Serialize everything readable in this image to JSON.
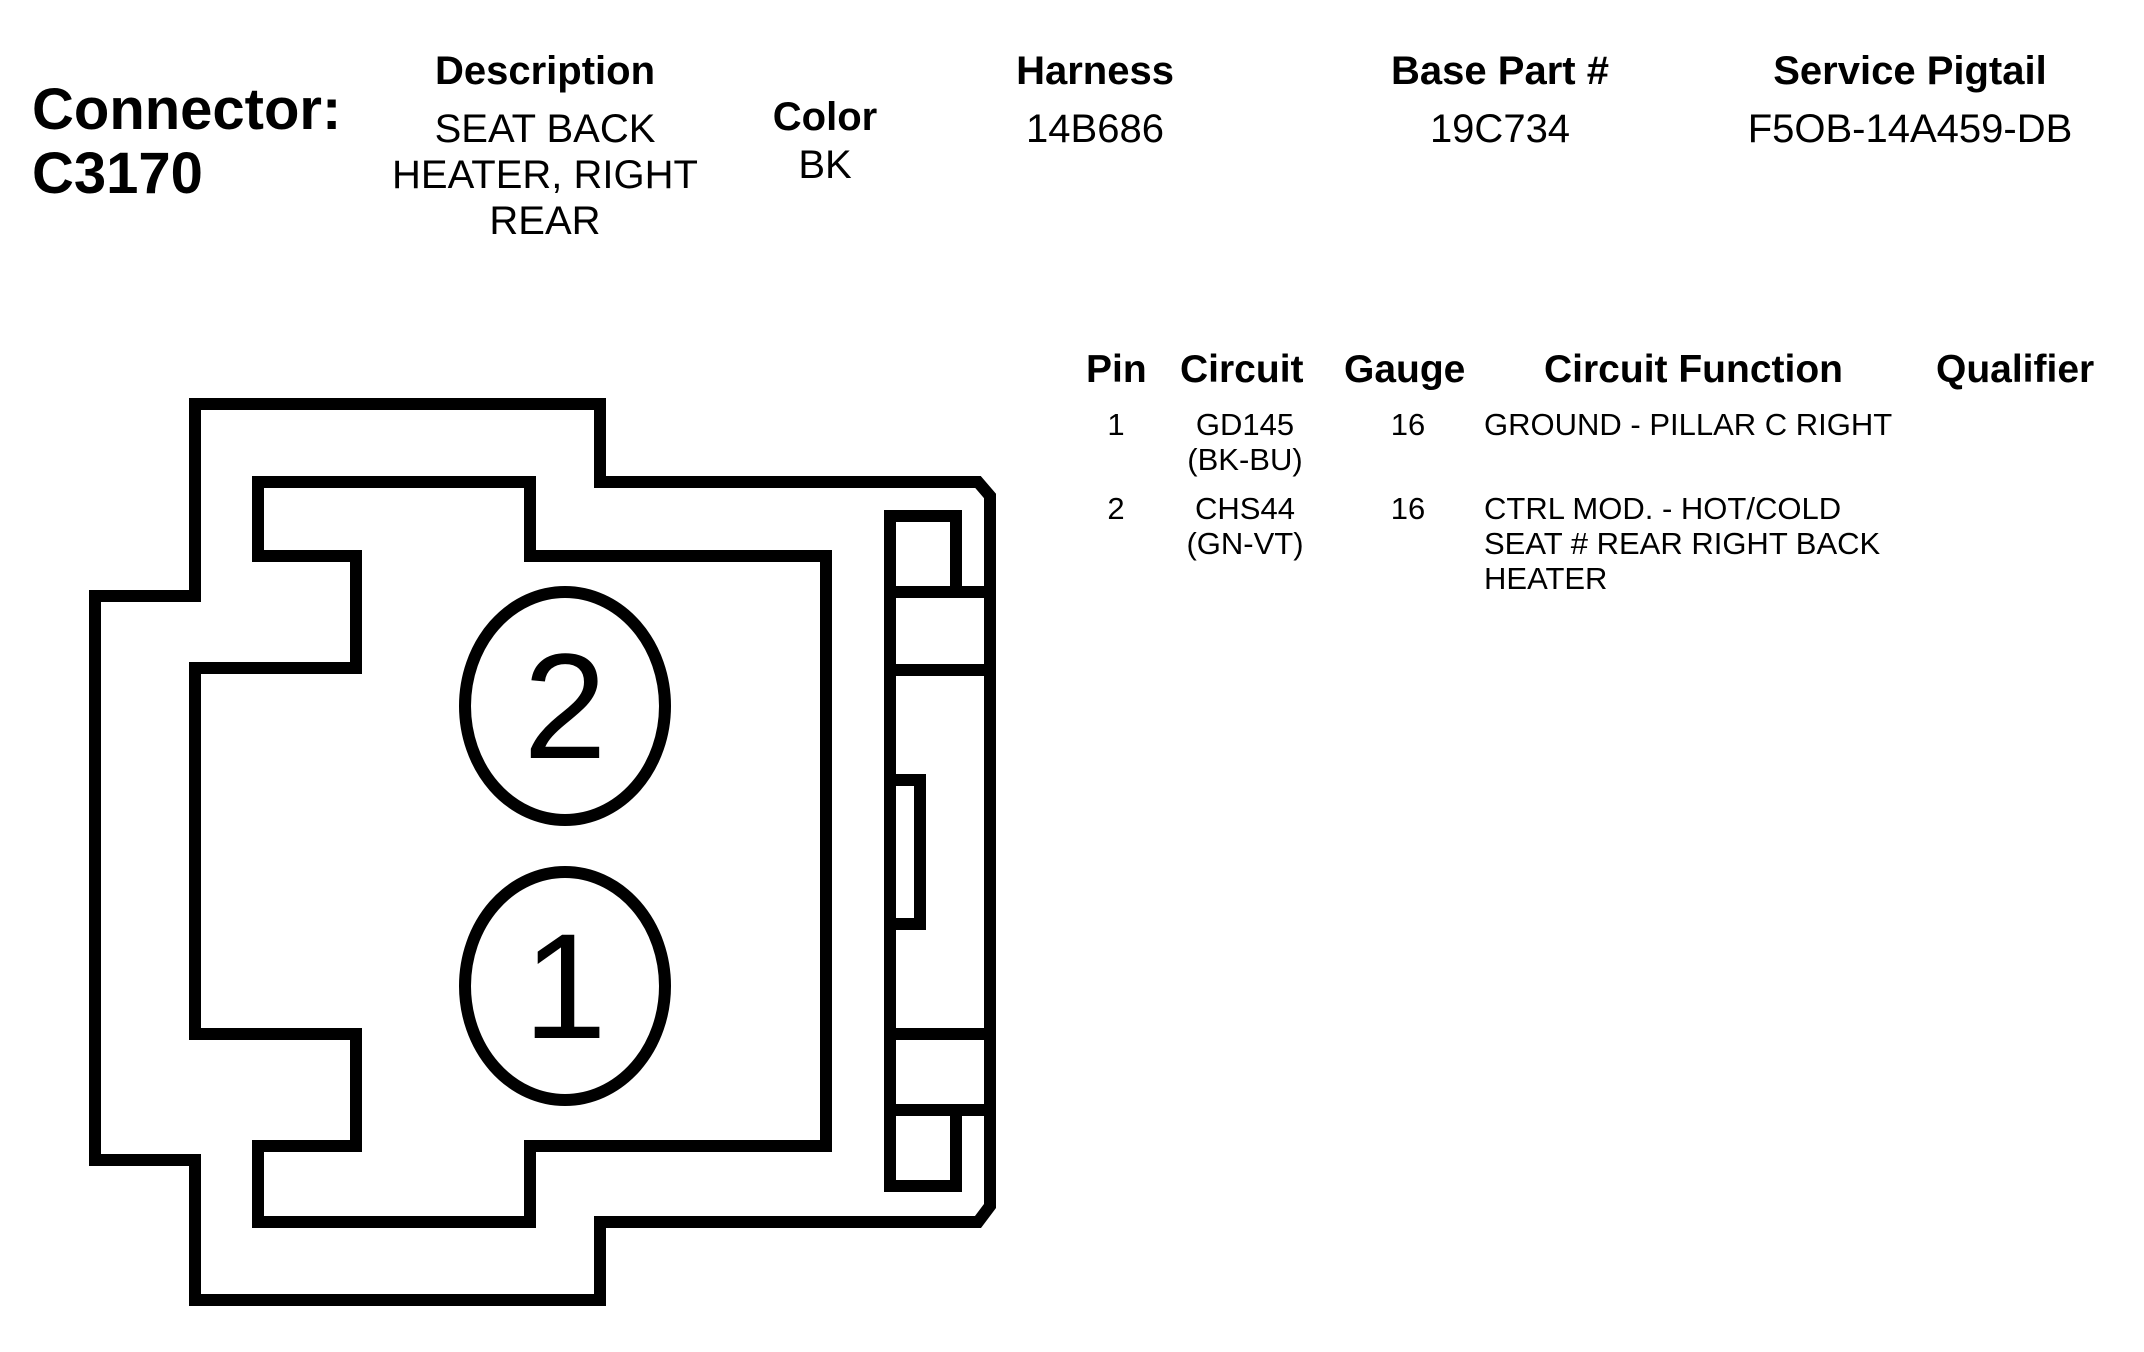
{
  "header": {
    "connector_label": "Connector:",
    "connector_id": "C3170",
    "description_label": "Description",
    "description_lines": [
      "SEAT BACK",
      "HEATER, RIGHT",
      "REAR"
    ],
    "color_label": "Color",
    "color_value": "BK",
    "harness_label": "Harness",
    "harness_value": "14B686",
    "base_part_label": "Base Part #",
    "base_part_value": "19C734",
    "service_pigtail_label": "Service Pigtail",
    "service_pigtail_value": "F5OB-14A459-DB"
  },
  "pin_table": {
    "columns": {
      "pin": "Pin",
      "circuit": "Circuit",
      "gauge": "Gauge",
      "function": "Circuit Function",
      "qualifier": "Qualifier"
    },
    "rows": [
      {
        "pin": "1",
        "circuit": "GD145",
        "wire_color": "(BK-BU)",
        "gauge": "16",
        "function_lines": [
          "GROUND - PILLAR C RIGHT"
        ],
        "qualifier": ""
      },
      {
        "pin": "2",
        "circuit": "CHS44",
        "wire_color": "(GN-VT)",
        "gauge": "16",
        "function_lines": [
          "CTRL MOD. - HOT/COLD",
          "SEAT # REAR RIGHT BACK",
          "HEATER"
        ],
        "qualifier": ""
      }
    ]
  },
  "diagram": {
    "pin_labels": [
      "2",
      "1"
    ],
    "stroke_color": "#000000"
  }
}
